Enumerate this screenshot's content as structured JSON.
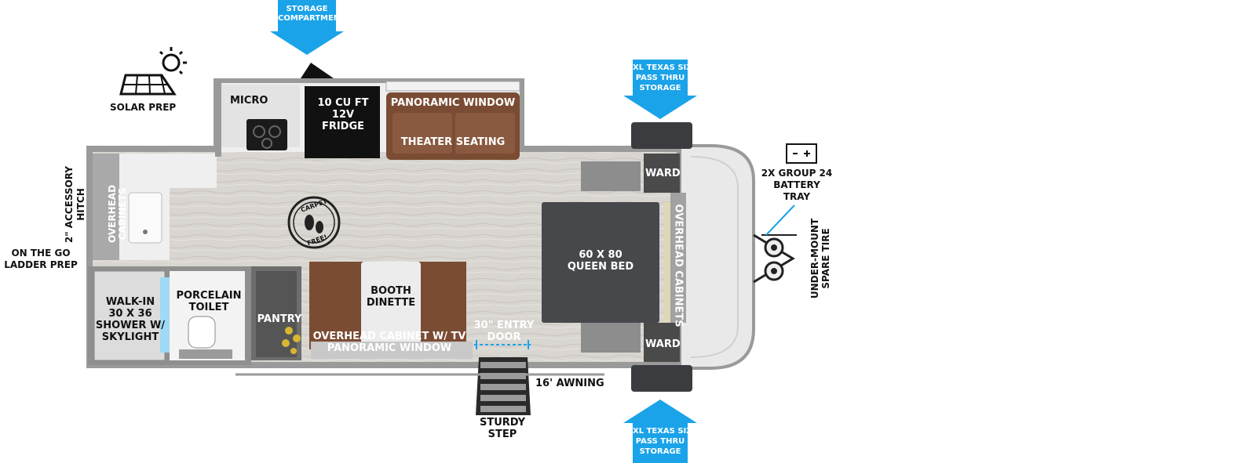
{
  "colors": {
    "callout_blue": "#1aa3e8",
    "floor": "#d7d3ce",
    "wall": "#8f8f8f",
    "bed": "#46484c",
    "seating": "#7a4c33",
    "fridge": "#111111"
  },
  "icons": [
    "solar-panel-icon",
    "battery-icon",
    "carpet-free-badge-icon",
    "stairs-icon",
    "spare-tire-icon"
  ],
  "labels": {
    "solar": "SOLAR PREP",
    "storage_top_1": "STORAGE",
    "storage_top_2": "COMPARTMENT",
    "xl_1": "XL TEXAS SIZE",
    "xl_2": "PASS THRU",
    "xl_3": "STORAGE",
    "micro": "MICRO",
    "fridge_1": "10 CU FT",
    "fridge_2": "12V",
    "fridge_3": "FRIDGE",
    "panoramic_window": "PANORAMIC WINDOW",
    "theater_seating": "THEATER SEATING",
    "ward": "WARD",
    "overhead_cabinets": "OVERHEAD CABINETS",
    "overhead_cabinets_front": "OVERHEAD CABINETS",
    "accessory_hitch_1": "2\" ACCESSORY",
    "accessory_hitch_2": "HITCH",
    "ladder_1": "ON THE GO",
    "ladder_2": "LADDER PREP",
    "carpet_1": "CARPET",
    "carpet_2": "FREE!",
    "bed_1": "60 X  80",
    "bed_2": "QUEEN BED",
    "battery_1": "2X GROUP 24",
    "battery_2": "BATTERY",
    "battery_3": "TRAY",
    "spare_1": "UNDER-MOUNT",
    "spare_2": "SPARE TIRE",
    "shower_1": "WALK-IN",
    "shower_2": "30 X 36",
    "shower_3": "SHOWER W/",
    "shower_4": "SKYLIGHT",
    "toilet_1": "PORCELAIN",
    "toilet_2": "TOILET",
    "pantry": "PANTRY",
    "dinette_1": "BOOTH",
    "dinette_2": "DINETTE",
    "overhead_tv_1": "OVERHEAD CABINET W/ TV",
    "overhead_tv_2": "PANORAMIC WINDOW",
    "entry_1": "30\" ENTRY",
    "entry_2": "DOOR",
    "awning": "16' AWNING",
    "step_1": "STURDY",
    "step_2": "STEP"
  }
}
